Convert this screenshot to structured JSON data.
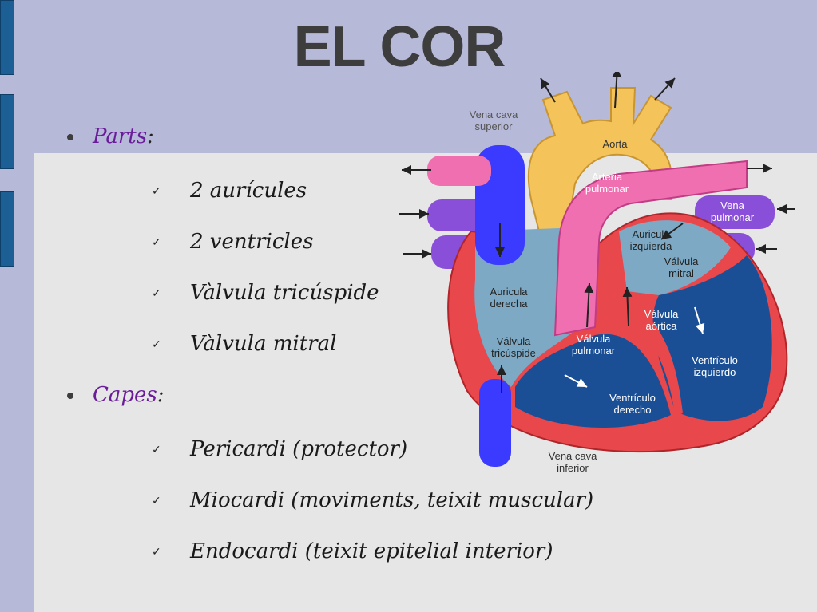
{
  "title": "EL COR",
  "sections": [
    {
      "label": "Parts",
      "colon": ":",
      "items": [
        "2 aurícules",
        "2 ventricles",
        "Vàlvula tricúspide",
        "Vàlvula mitral"
      ]
    },
    {
      "label": "Capes",
      "colon": ":",
      "items": [
        "Pericardi (protector)",
        "Miocardi (moviments, teixit muscular)",
        "Endocardi (teixit epitelial interior)"
      ]
    }
  ],
  "diagram": {
    "labels": {
      "vena_cava_superior_1": "Vena cava",
      "vena_cava_superior_2": "superior",
      "aorta": "Aorta",
      "arteria_pulmonar_1": "Arteria",
      "arteria_pulmonar_2": "pulmonar",
      "vena_pulmonar_1": "Vena",
      "vena_pulmonar_2": "pulmonar",
      "auricula_izquierda_1": "Auricula",
      "auricula_izquierda_2": "izquierda",
      "valvula_mitral_1": "Válvula",
      "valvula_mitral_2": "mitral",
      "auricula_derecha_1": "Auricula",
      "auricula_derecha_2": "derecha",
      "valvula_aortica_1": "Válvula",
      "valvula_aortica_2": "aórtica",
      "valvula_tricuspide_1": "Válvula",
      "valvula_tricuspide_2": "tricúspide",
      "valvula_pulmonar_1": "Válvula",
      "valvula_pulmonar_2": "pulmonar",
      "ventriculo_izquierdo_1": "Ventrículo",
      "ventriculo_izquierdo_2": "izquierdo",
      "ventriculo_derecho_1": "Ventrículo",
      "ventriculo_derecho_2": "derecho",
      "vena_cava_inferior_1": "Vena cava",
      "vena_cava_inferior_2": "inferior"
    }
  },
  "colors": {
    "background": "#b7b9d9",
    "panel": "#e6e6e6",
    "accent_purple": "#6a1b9a",
    "side_tab": "#1c5f94"
  }
}
